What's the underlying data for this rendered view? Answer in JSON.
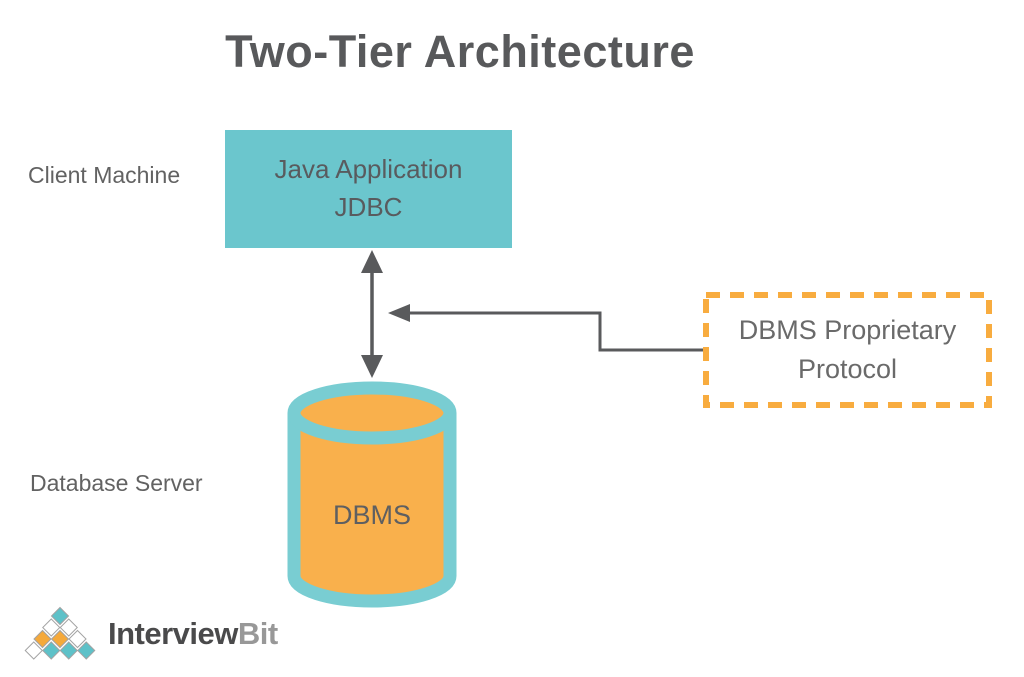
{
  "title": "Two-Tier Architecture",
  "labels": {
    "client": "Client Machine",
    "database": "Database Server"
  },
  "client_box": {
    "line1": "Java Application",
    "line2": "JDBC"
  },
  "protocol_box": {
    "line1": "DBMS Proprietary",
    "line2": "Protocol"
  },
  "dbms": {
    "label": "DBMS"
  },
  "logo": {
    "brand_primary": "Interview",
    "brand_secondary": "Bit",
    "pyramid_rows": [
      [
        "teal"
      ],
      [
        "white",
        "white"
      ],
      [
        "orange",
        "orange",
        "white"
      ],
      [
        "white",
        "teal",
        "teal",
        "teal"
      ]
    ],
    "pyramid_colors": {
      "teal": "#5ec1c8",
      "orange": "#f5a93b",
      "white": "#ffffff"
    }
  },
  "colors": {
    "box_teal": "#6bc6cd",
    "cylinder_teal": "#79cdd2",
    "cylinder_orange": "#f9b04c",
    "dashed_border_orange": "#f8ac3f",
    "arrow_gray": "#595a5c",
    "title_gray": "#58595b",
    "label_gray": "#626262"
  }
}
